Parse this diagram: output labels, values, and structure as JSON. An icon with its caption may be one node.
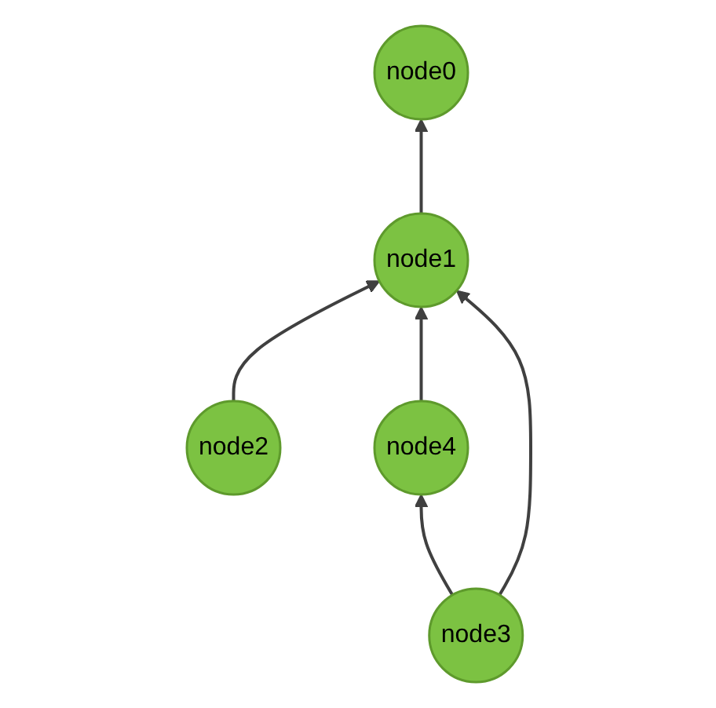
{
  "diagram": {
    "nodes": [
      {
        "text": [
          "node0"
        ]
      },
      {
        "text": [
          "node1"
        ]
      },
      {
        "text": [
          "node4"
        ]
      },
      {
        "text": [
          "node2"
        ]
      },
      {
        "text": [
          "node3"
        ]
      }
    ],
    "edges": [
      {
        "from": 1,
        "to": 0,
        "arrow": "to"
      },
      {
        "from": 3,
        "to": 1,
        "arrow": "to"
      },
      {
        "from": 2,
        "to": 1,
        "arrow": "to"
      },
      {
        "from": 4,
        "to": 1,
        "arrow": "to"
      },
      {
        "from": 4,
        "to": 2,
        "arrow": "to"
      }
    ]
  }
}
